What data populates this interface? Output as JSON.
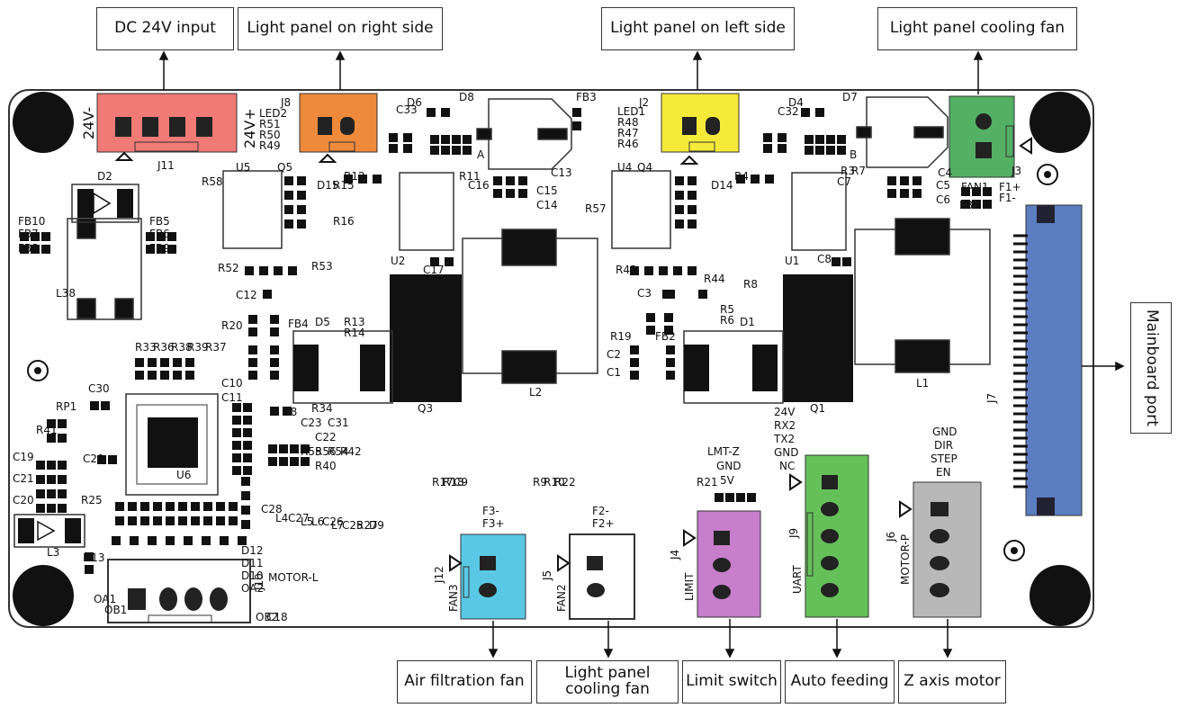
{
  "callouts": {
    "dc_input": "DC 24V input",
    "right_panel": "Light panel on right side",
    "left_panel": "Light panel on left side",
    "panel_fan_top": "Light panel cooling fan",
    "mainboard": "Mainboard port",
    "air_fan": "Air filtration fan",
    "panel_fan_bottom": "Light panel\ncooling fan",
    "limit": "Limit switch",
    "auto_feed": "Auto feeding",
    "z_motor": "Z axis motor"
  },
  "connectors": {
    "j11": {
      "ref": "J11",
      "minus": "24V-",
      "plus": "24V+",
      "color": "#f07a76"
    },
    "j8": {
      "ref": "J8",
      "color": "#ee8a3c"
    },
    "j2": {
      "ref": "J2",
      "color": "#f5ea3a"
    },
    "j3": {
      "ref": "J3",
      "pins": [
        "F1+",
        "F1-"
      ],
      "color": "#54b065"
    },
    "j10": {
      "ref": "J10",
      "label": "MOTOR-L"
    },
    "j12": {
      "ref": "J12",
      "sub": "FAN3",
      "pins": [
        "F3-",
        "F3+"
      ],
      "color": "#5ac8e4"
    },
    "j5": {
      "ref": "J5",
      "sub": "FAN2",
      "pins": [
        "F2-",
        "F2+"
      ]
    },
    "j4": {
      "ref": "J4",
      "sub": "LIMIT",
      "pins": [
        "LMT-Z",
        "GND",
        "5V"
      ],
      "color": "#c77ecb"
    },
    "j9": {
      "ref": "J9",
      "sub": "UART",
      "pins": [
        "24V",
        "RX2",
        "TX2",
        "GND",
        "NC"
      ],
      "color": "#66c05a"
    },
    "j6": {
      "ref": "J6",
      "sub": "MOTOR-P",
      "pins": [
        "GND",
        "DIR",
        "STEP",
        "EN"
      ],
      "color": "#b8b8b8"
    },
    "j7": {
      "ref": "J7",
      "color": "#5a7ec0"
    }
  },
  "silkscreen": [
    "LED2",
    "R51",
    "R50",
    "R49",
    "LED1",
    "R48",
    "R47",
    "R46",
    "D6",
    "D8",
    "FB3",
    "C33",
    "C32",
    "D4",
    "D7",
    "C13",
    "C4",
    "A",
    "B",
    "U5",
    "Q5",
    "R58",
    "D15",
    "R15",
    "R16",
    "R12",
    "R11",
    "C16",
    "C15",
    "C14",
    "U4",
    "Q4",
    "R57",
    "D14",
    "R4",
    "R3",
    "R7",
    "C7",
    "C5",
    "C6",
    "FAN1",
    "FB1",
    "D2",
    "FB10",
    "FB7",
    "FB8",
    "FB5",
    "FB6",
    "FB9",
    "L38",
    "R52",
    "R53",
    "U2",
    "C17",
    "R43",
    "R44",
    "U1",
    "C8",
    "R8",
    "C12",
    "R13",
    "R14",
    "D5",
    "R20",
    "FB4",
    "C3",
    "R5",
    "R6",
    "D1",
    "R19",
    "FB2",
    "C2",
    "C1",
    "R33",
    "R36",
    "R38",
    "R39",
    "R37",
    "C10",
    "C11",
    "L2",
    "L1",
    "Q3",
    "Q1",
    "C30",
    "RP1",
    "R41",
    "U6",
    "L8",
    "R34",
    "C23",
    "C31",
    "C22",
    "R56",
    "R55",
    "R54",
    "R42",
    "R40",
    "C19",
    "C21",
    "C20",
    "R25",
    "C29",
    "C28",
    "L4",
    "C27",
    "L5",
    "L6",
    "C26",
    "L7",
    "C25",
    "R27",
    "D9",
    "L3",
    "D13",
    "D12",
    "D11",
    "D10",
    "OA2",
    "OA1",
    "OB1",
    "OB2",
    "C18",
    "R17",
    "R18",
    "C9",
    "R9",
    "R10",
    "R22",
    "R21"
  ]
}
